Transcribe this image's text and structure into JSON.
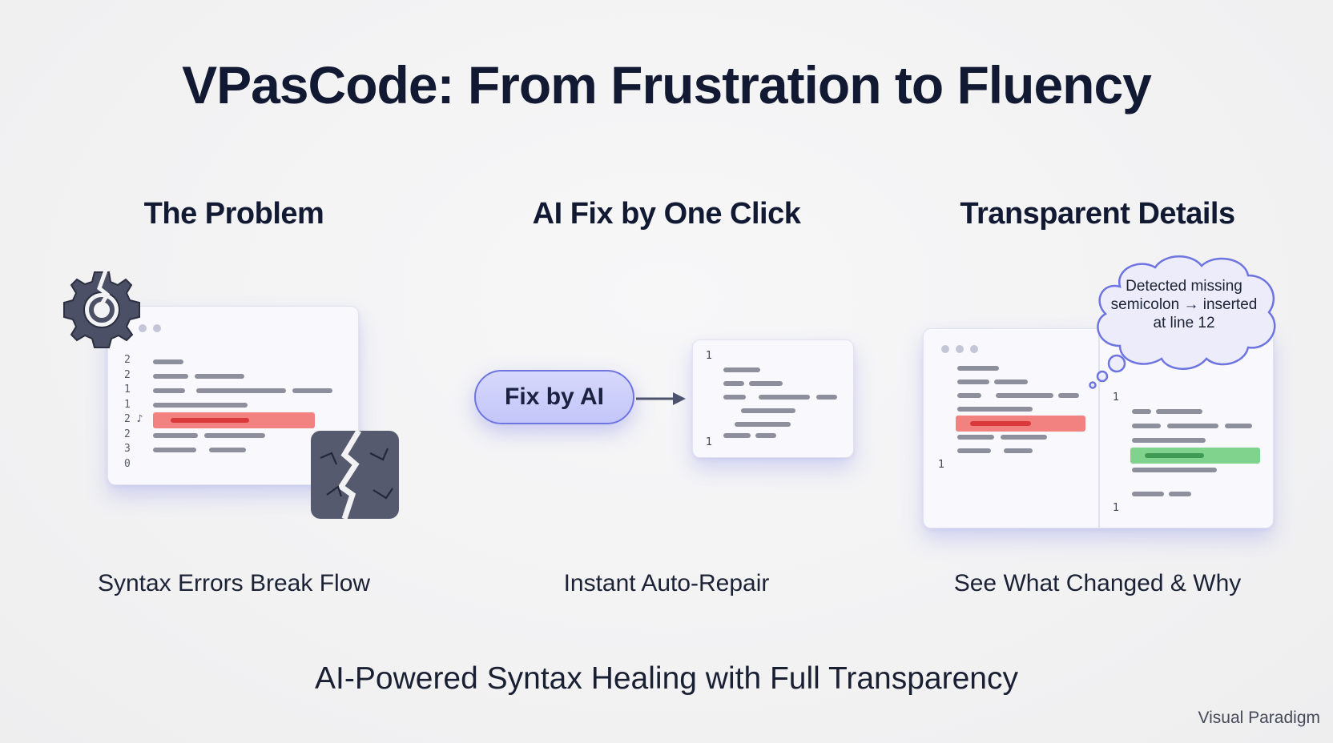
{
  "title": "VPasCode: From Frustration to Fluency",
  "columns": [
    {
      "heading": "The Problem",
      "caption": "Syntax Errors Break Flow"
    },
    {
      "heading": "AI Fix by One Click",
      "caption": "Instant Auto-Repair"
    },
    {
      "heading": "Transparent Details",
      "caption": "See What Changed & Why"
    }
  ],
  "problem_gutter": "2\n2\n1\n1\n2 ♪\n2\n3\n0",
  "fix_button_label": "Fix by AI",
  "fixed_window_numbers": [
    "1",
    "1"
  ],
  "details_numbers": [
    "1",
    "1",
    "1"
  ],
  "thought_bubble_text": "Detected missing semicolon → inserted at line 12",
  "tagline": "AI-Powered Syntax Healing with Full Transparency",
  "watermark": "Visual Paradigm",
  "colors": {
    "accent": "#6e74e0",
    "error_highlight": "#f2827f",
    "fix_highlight": "#7fd38c",
    "icon_dark": "#4b5066"
  },
  "icons": [
    "broken-gear-icon",
    "cracked-block-icon",
    "arrow-right-icon",
    "thought-bubble-icon"
  ]
}
